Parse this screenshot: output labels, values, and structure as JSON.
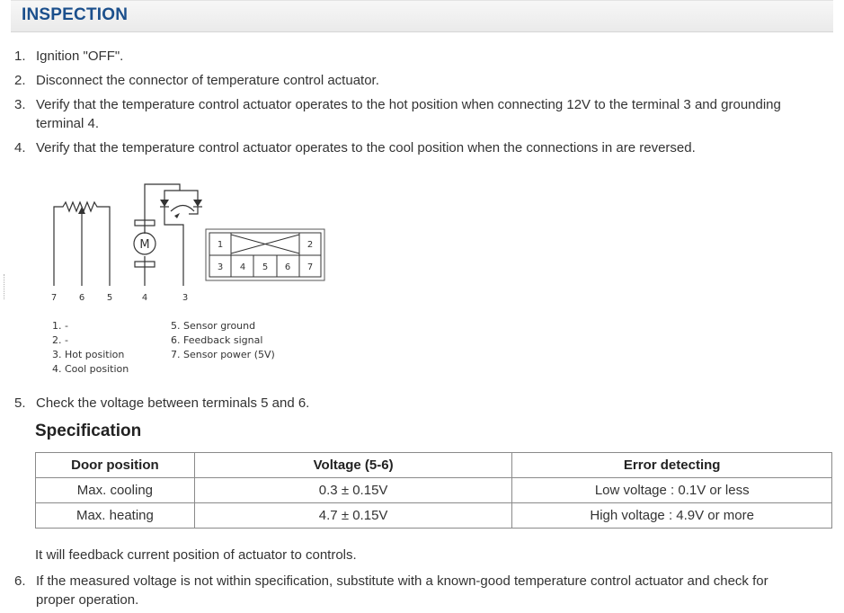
{
  "header": {
    "title": "INSPECTION"
  },
  "steps": [
    {
      "num": "1.",
      "text": "Ignition \"OFF\"."
    },
    {
      "num": "2.",
      "text": "Disconnect the connector of temperature control actuator."
    },
    {
      "num": "3.",
      "text": "Verify that the temperature control actuator operates to the hot position when connecting 12V to the terminal 3 and grounding",
      "text2": "terminal 4."
    },
    {
      "num": "4.",
      "text": "Verify that the temperature control actuator operates to the cool position when the connections in are reversed."
    },
    {
      "num": "5.",
      "text": "Check the voltage between terminals 5 and 6."
    },
    {
      "num": "6.",
      "text": "If the measured voltage is not within specification, substitute with a known-good temperature control actuator and check for",
      "text2": "proper operation."
    }
  ],
  "diagram": {
    "motor_label": "M",
    "terminal_labels": [
      "7",
      "6",
      "5",
      "4",
      "3"
    ],
    "connector_top": [
      "1",
      "2"
    ],
    "connector_bottom": [
      "3",
      "4",
      "5",
      "6",
      "7"
    ],
    "legend_left": [
      "1. -",
      "2. -",
      "3. Hot position",
      "4. Cool position"
    ],
    "legend_right": [
      "5. Sensor ground",
      "6. Feedback signal",
      "7. Sensor power (5V)"
    ]
  },
  "specification": {
    "title": "Specification",
    "headers": [
      "Door position",
      "Voltage (5-6)",
      "Error detecting"
    ],
    "rows": [
      [
        "Max. cooling",
        "0.3 ± 0.15V",
        "Low voltage : 0.1V or less"
      ],
      [
        "Max. heating",
        "4.7 ± 0.15V",
        "High voltage : 4.9V or more"
      ]
    ]
  },
  "note": "It will feedback current position of actuator to controls."
}
